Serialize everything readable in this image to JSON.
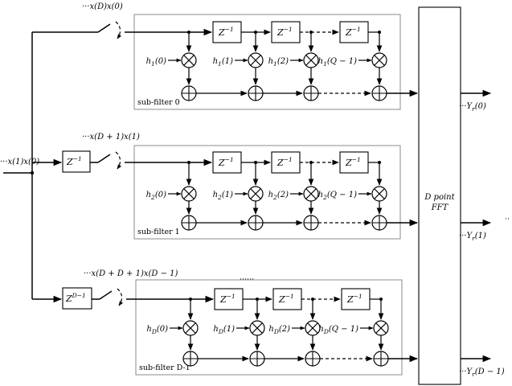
{
  "input_label": "···x(1)x(0)",
  "fft": {
    "line1": "D point",
    "line2": "FFT"
  },
  "delay_symbol": "Z",
  "delay_exp": "−1",
  "branches": [
    {
      "input_seq": "···x(D)x(0)",
      "subfilter_label": "sub-filter 0",
      "coef_base": "h",
      "coef_index": "1",
      "coef_args": [
        "(0)",
        "(1)",
        "(2)",
        "(Q − 1)"
      ],
      "output_prefix": "···Y",
      "output_sub": "r",
      "output_arg": "(0)",
      "predelay_exp": ""
    },
    {
      "input_seq": "···x(D + 1)x(1)",
      "subfilter_label": "sub-filter 1",
      "coef_base": "h",
      "coef_index": "2",
      "coef_args": [
        "(0)",
        "(1)",
        "(2)",
        "(Q − 1)"
      ],
      "output_prefix": "···Y",
      "output_sub": "r",
      "output_arg": "(1)",
      "predelay_exp": "−1"
    },
    {
      "input_seq": "···x(D + D + 1)x(D − 1)",
      "subfilter_label": "sub-filter D-1",
      "coef_base": "h",
      "coef_index": "D",
      "coef_args": [
        "(0)",
        "(1)",
        "(2)",
        "(Q − 1)"
      ],
      "output_prefix": "···Y",
      "output_sub": "r",
      "output_arg": "(D − 1)",
      "predelay_exp": "D−1"
    }
  ],
  "vertical_ellipsis": "······",
  "right_ellipsis": "··"
}
